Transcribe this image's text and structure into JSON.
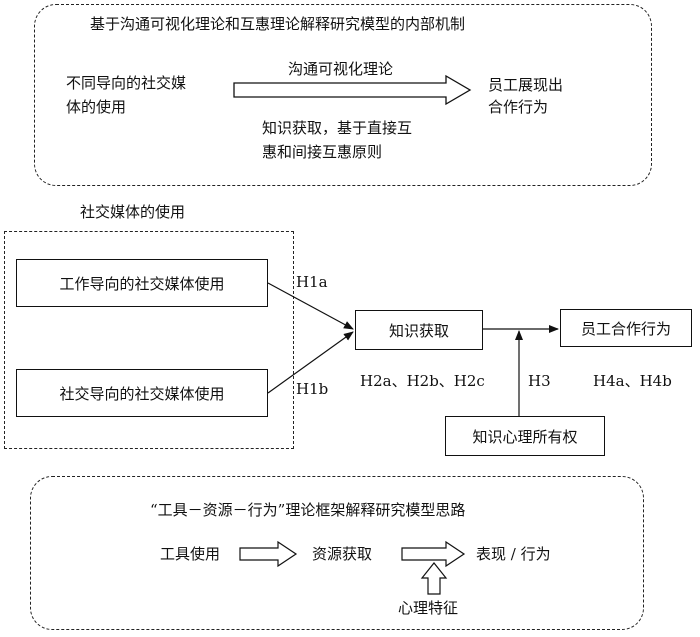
{
  "top_panel": {
    "title": "基于沟通可视化理论和互惠理论解释研究模型的内部机制",
    "left_text_line1": "不同导向的社交媒",
    "left_text_line2": "体的使用",
    "arrow_label": "沟通可视化理论",
    "right_text_line1": "员工展现出",
    "right_text_line2": "合作行为",
    "bottom_text_line1": "知识获取，基于直接互",
    "bottom_text_line2": "惠和间接互惠原则"
  },
  "model": {
    "group_label": "社交媒体的使用",
    "box_work": "工作导向的社交媒体使用",
    "box_social": "社交导向的社交媒体使用",
    "box_knowledge": "知识获取",
    "box_coop": "员工合作行为",
    "box_ownership": "知识心理所有权",
    "h1a": "H1a",
    "h1b": "H1b",
    "h2": "H2a、H2b、H2c",
    "h3": "H3",
    "h4": "H4a、H4b"
  },
  "bottom_panel": {
    "title": "“工具－资源－行为”理论框架解释研究模型思路",
    "tool_use": "工具使用",
    "resource": "资源获取",
    "behavior": "表现 / 行为",
    "psych": "心理特征"
  }
}
